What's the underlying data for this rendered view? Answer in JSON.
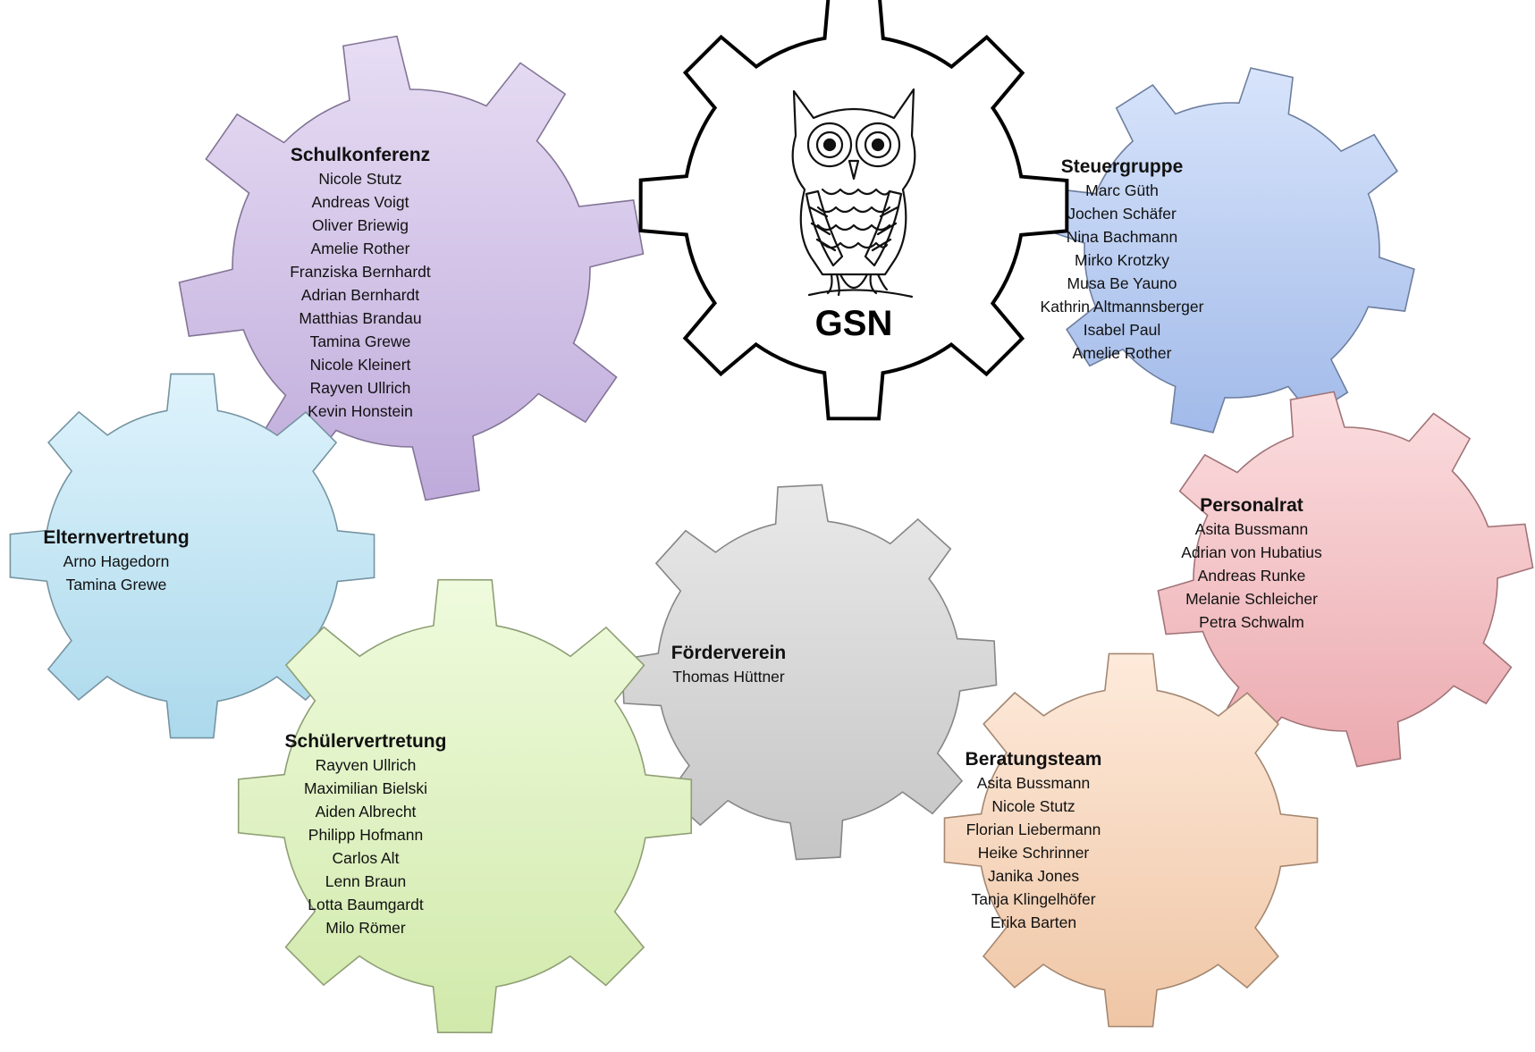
{
  "center": {
    "label": "GSN",
    "logo_icon": "owl-icon"
  },
  "groups": [
    {
      "id": "schulkonferenz",
      "title": "Schulkonferenz",
      "color": "#c9b4e6",
      "members": [
        "Nicole Stutz",
        "Andreas Voigt",
        "Oliver Briewig",
        "Amelie Rother",
        "Franziska Bernhardt",
        "Adrian Bernhardt",
        "Matthias Brandau",
        "Tamina Grewe",
        "Nicole Kleinert",
        "Rayven Ullrich",
        "Kevin Honstein"
      ]
    },
    {
      "id": "steuergruppe",
      "title": "Steuergruppe",
      "color": "#a9c4f5",
      "members": [
        "Marc Güth",
        "Jochen Schäfer",
        "Nina Bachmann",
        "Mirko Krotzky",
        "Musa Be Yauno",
        "Kathrin Altmannsberger",
        "Isabel Paul",
        "Amelie Rother"
      ]
    },
    {
      "id": "elternvertretung",
      "title": "Elternvertretung",
      "color": "#b5e4f8",
      "members": [
        "Arno Hagedorn",
        "Tamina Grewe"
      ]
    },
    {
      "id": "personalrat",
      "title": "Personalrat",
      "color": "#f7b3b8",
      "members": [
        "Asita Bussmann",
        "Adrian von Hubatius",
        "Andreas Runke",
        "Melanie Schleicher",
        "Petra Schwalm"
      ]
    },
    {
      "id": "foerderverein",
      "title": "Förderverein",
      "color": "#cfcfcf",
      "members": [
        "Thomas Hüttner"
      ]
    },
    {
      "id": "schuelervertretung",
      "title": "Schülervertretung",
      "color": "#dcf5b4",
      "members": [
        "Rayven Ullrich",
        "Maximilian Bielski",
        "Aiden Albrecht",
        "Philipp Hofmann",
        "Carlos Alt",
        "Lenn Braun",
        "Lotta Baumgardt",
        "Milo Römer"
      ]
    },
    {
      "id": "beratungsteam",
      "title": "Beratungsteam",
      "color": "#fcd0ae",
      "members": [
        "Asita Bussmann",
        "Nicole Stutz",
        "Florian Liebermann",
        "Heike Schrinner",
        "Janika Jones",
        "Tanja Klingelhöfer",
        "Erika Barten"
      ]
    }
  ]
}
